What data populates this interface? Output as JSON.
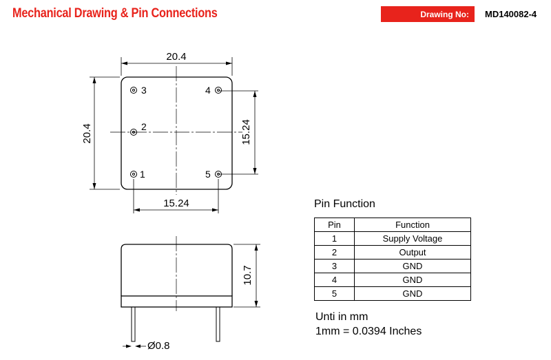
{
  "header": {
    "title": "Mechanical Drawing & Pin Connections",
    "drawing_no_label": "Drawing No:",
    "drawing_no_value": "MD140082-4",
    "accent_color": "#e8231c"
  },
  "top_view": {
    "width_dim": "20.4",
    "height_dim": "20.4",
    "pin_spacing_vertical": "15.24",
    "pin_spacing_horizontal": "15.24",
    "pin_labels": [
      "3",
      "4",
      "2",
      "1",
      "5"
    ]
  },
  "side_view": {
    "height_dim": "10.7",
    "pin_diameter": "Ø0.8"
  },
  "pin_function": {
    "title": "Pin Function",
    "columns": [
      "Pin",
      "Function"
    ],
    "rows": [
      {
        "pin": "1",
        "function": "Supply Voltage"
      },
      {
        "pin": "2",
        "function": "Output"
      },
      {
        "pin": "3",
        "function": "GND"
      },
      {
        "pin": "4",
        "function": "GND"
      },
      {
        "pin": "5",
        "function": "GND"
      }
    ]
  },
  "units": {
    "line1": "Unti in mm",
    "line2": "1mm = 0.0394 Inches"
  }
}
